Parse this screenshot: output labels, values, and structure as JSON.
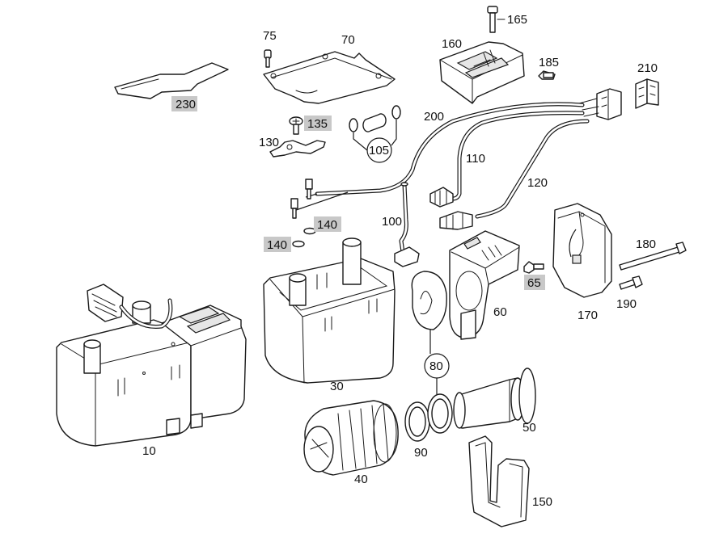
{
  "diagram": {
    "colors": {
      "line": "#1a1a1a",
      "highlight": "#c8c8c8",
      "background": "#ffffff"
    },
    "labels": {
      "p10": "10",
      "p30": "30",
      "p40": "40",
      "p50": "50",
      "p60": "60",
      "p65": "65",
      "p70": "70",
      "p75": "75",
      "p80": "80",
      "p90": "90",
      "p100": "100",
      "p105": "105",
      "p110": "110",
      "p120": "120",
      "p130": "130",
      "p135": "135",
      "p140a": "140",
      "p140b": "140",
      "p150": "150",
      "p160": "160",
      "p165": "165",
      "p170": "170",
      "p180": "180",
      "p185": "185",
      "p190": "190",
      "p200": "200",
      "p210": "210",
      "p230": "230"
    },
    "highlighted_parts": [
      "230",
      "135",
      "140",
      "65"
    ]
  }
}
